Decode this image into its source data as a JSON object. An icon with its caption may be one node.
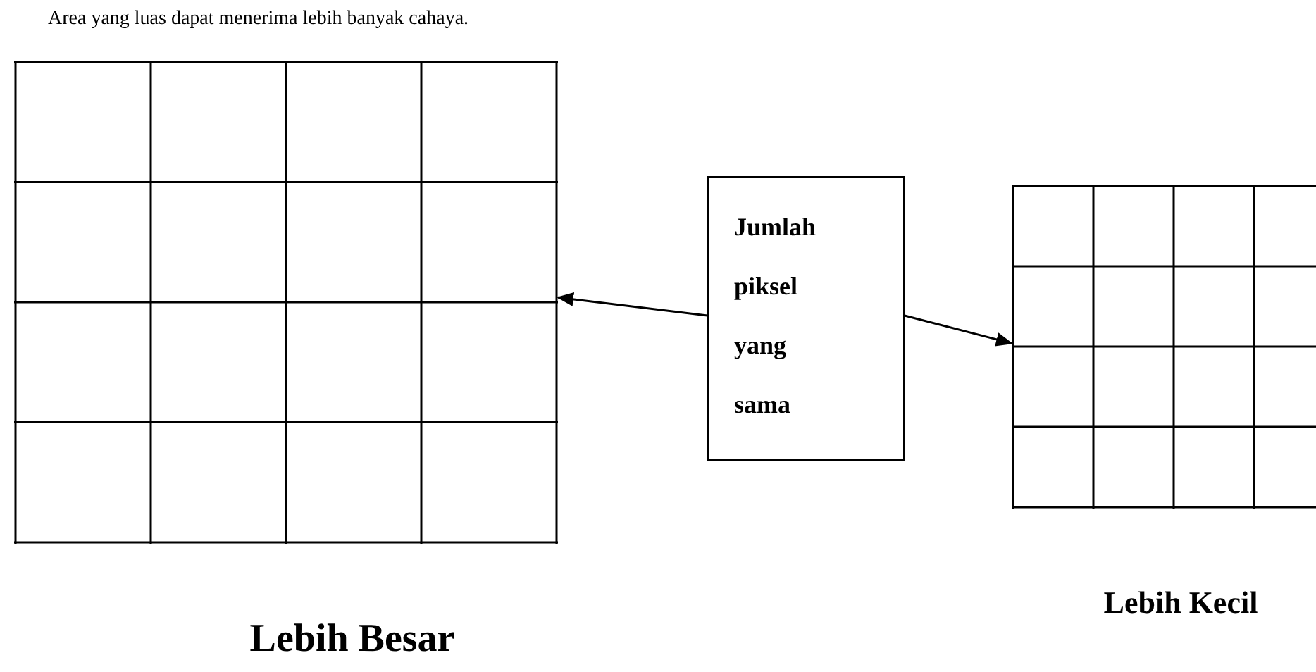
{
  "diagram": {
    "title": "Area yang luas dapat menerima lebih banyak cahaya.",
    "nodes": [
      {
        "text": [],
        "shape": "grid",
        "beside": [
          "Lebih Besar"
        ]
      },
      {
        "text": [
          "Jumlah piksel yang sama"
        ]
      },
      {
        "text": [],
        "shape": "grid",
        "beside": [
          "Lebih Kecil"
        ]
      }
    ],
    "edges": [
      {
        "from": 1,
        "to": 0,
        "arrow": "to"
      },
      {
        "from": 1,
        "to": 2,
        "arrow": "to"
      }
    ]
  }
}
